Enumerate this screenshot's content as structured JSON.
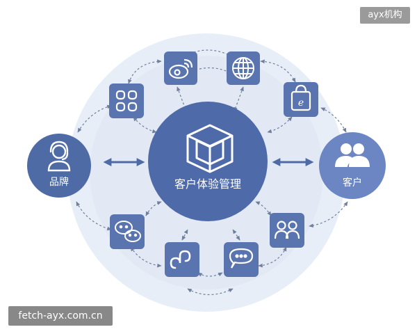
{
  "colors": {
    "background": "#ffffff",
    "halo": "#e6ecf7",
    "halo_inner": "#dfe6f3",
    "center": "#4e6aa9",
    "side_node": "#4f6ba6",
    "customer_node": "#6b86c2",
    "icon_tile": "#5a74b0",
    "arrow": "#4f6ba6",
    "dashed": "#6f7f9c"
  },
  "center": {
    "label": "客户体验管理",
    "icon": "box-3d-icon"
  },
  "brand": {
    "label": "品牌",
    "icon": "headset-agent-icon"
  },
  "customer": {
    "label": "客户",
    "icon": "user-group-icon"
  },
  "channels": [
    {
      "name": "grid-apps-icon"
    },
    {
      "name": "weibo-icon"
    },
    {
      "name": "globe-icon"
    },
    {
      "name": "shopping-bag-e-icon"
    },
    {
      "name": "wechat-icon"
    },
    {
      "name": "mini-program-icon"
    },
    {
      "name": "chat-bubble-icon"
    },
    {
      "name": "users-icon"
    }
  ],
  "watermarks": {
    "top": "ayx机构",
    "bottom": "fetch-ayx.com.cn"
  }
}
